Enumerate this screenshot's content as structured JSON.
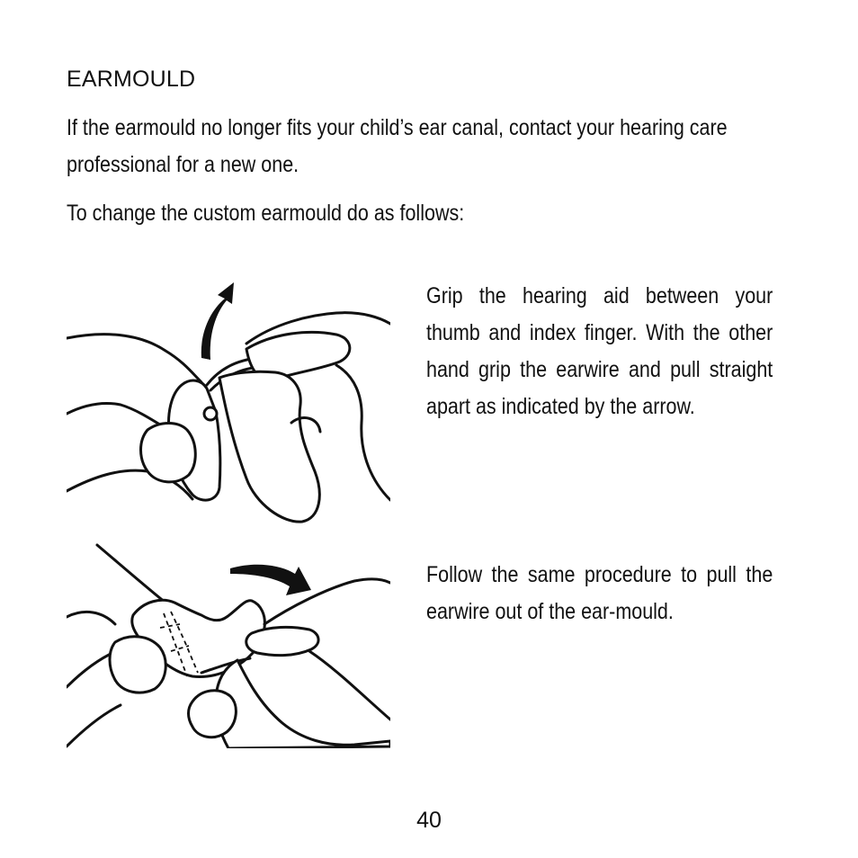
{
  "section": {
    "heading": "EARMOULD",
    "intro": "If the earmould no longer fits your child’s ear canal, contact your hearing care professional for a new one.",
    "instruction": "To change the custom earmould do as follows:"
  },
  "steps": [
    {
      "text": "Grip the hearing aid between your thumb and index finger. With the other hand grip the earwire and pull straight apart as indicated by the arrow."
    },
    {
      "text": "Follow the same procedure to pull the earwire out of the ear-mould."
    }
  ],
  "page": {
    "number": "40"
  }
}
